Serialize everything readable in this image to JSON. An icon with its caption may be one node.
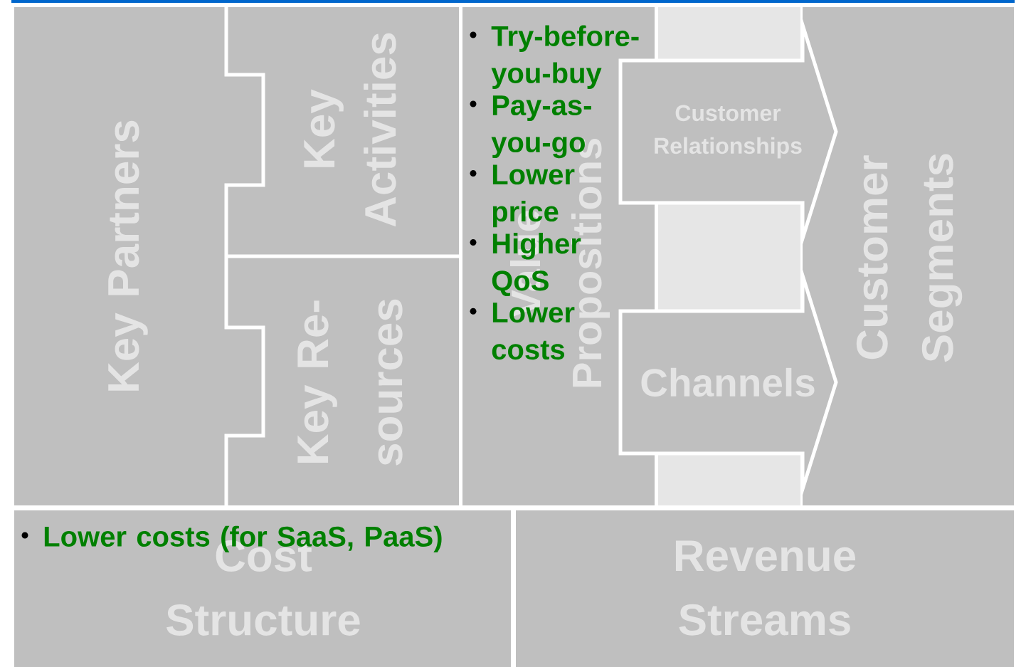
{
  "diagram": {
    "nodes": [
      {
        "text": [
          "Key Partners"
        ]
      },
      {
        "text": [
          "Key Activities"
        ]
      },
      {
        "text": [
          "Key Re-sources"
        ]
      },
      {
        "text": [
          "Value Propositions",
          "Try-before-you-buy",
          "Pay-as-you-go",
          "Lower price",
          "Higher QoS",
          "Lower costs"
        ]
      },
      {
        "text": [],
        "shape": "box"
      },
      {
        "text": [
          "Customer Relationships"
        ]
      },
      {
        "text": [
          "Channels"
        ]
      },
      {
        "text": [
          "Customer Segments"
        ]
      },
      {
        "text": [
          "Lower costs (for SaaS, PaaS)",
          "Cost Structure"
        ]
      },
      {
        "text": [
          "Revenue Streams"
        ]
      }
    ]
  }
}
